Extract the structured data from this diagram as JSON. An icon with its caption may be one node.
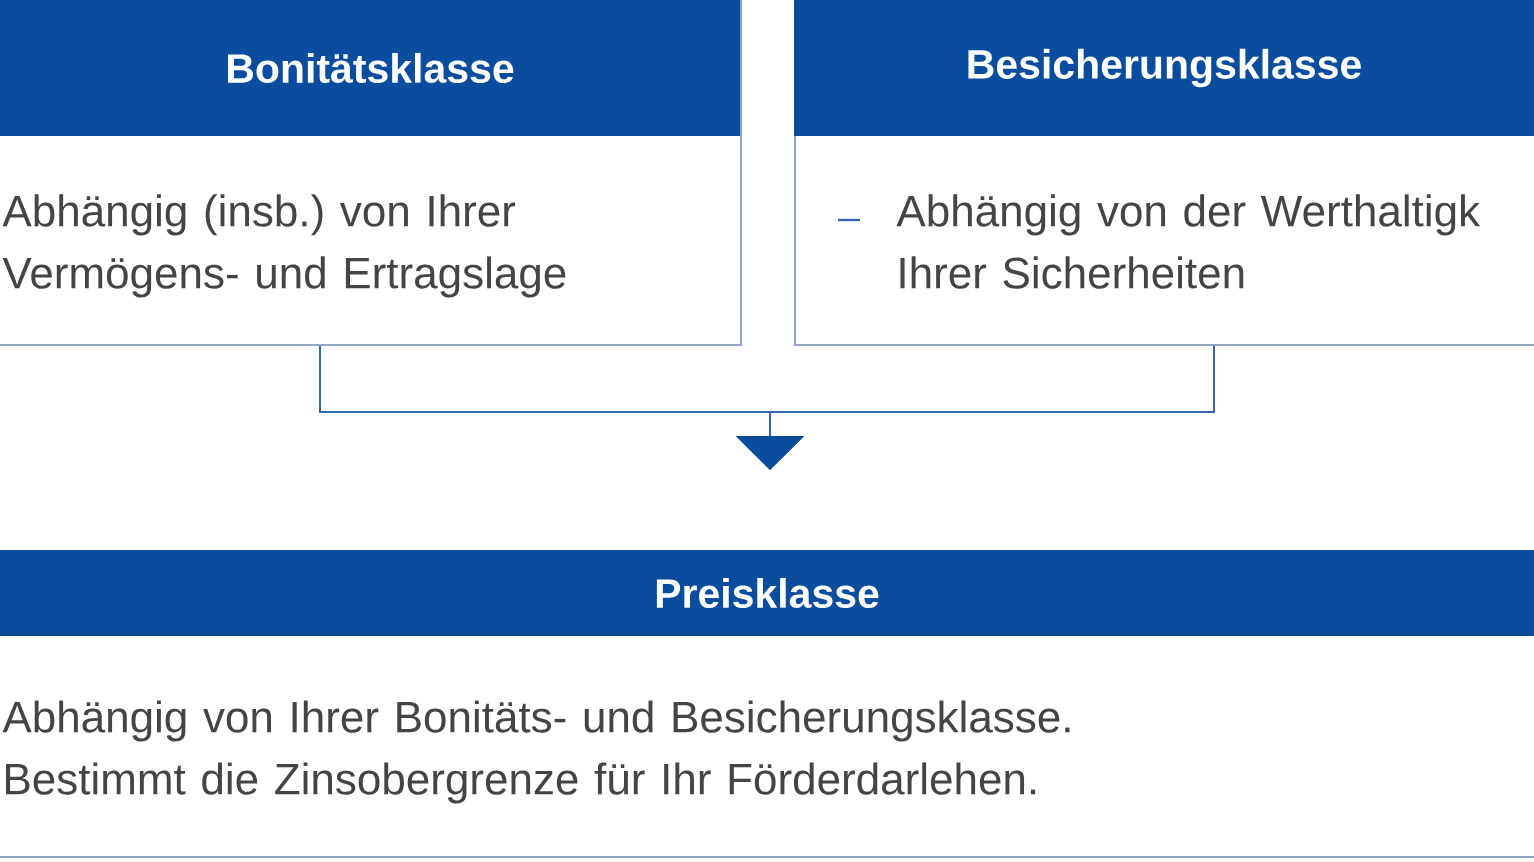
{
  "diagram": {
    "nodes": [
      {
        "text": [
          "Bonitätsklasse",
          "Abhängig (insb.) von Ihrer Vermögens- und Ertragslage"
        ]
      },
      {
        "text": [
          "Besicherungsklasse",
          "Abhängig von der Werthaltigk Ihrer Sicherheiten"
        ]
      },
      {
        "text": [
          "Preisklasse",
          "Abhängig von Ihrer Bonitäts- und Besicherungsklasse. Bestimmt die Zinsobergrenze für Ihr Förderdarlehen."
        ]
      }
    ],
    "edges": [
      {
        "from": 0,
        "to": 2,
        "arrow": "to"
      },
      {
        "from": 1,
        "to": 2,
        "arrow": "to"
      }
    ]
  }
}
